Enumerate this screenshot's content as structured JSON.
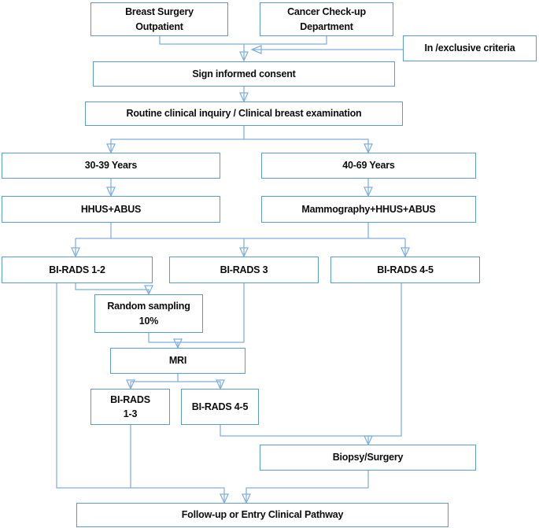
{
  "diagram": {
    "title": "Breast cancer screening study flowchart",
    "accent_color": "#5B9BD5",
    "edge_color": "#7FAEDD",
    "text_color": "#0D0D0D",
    "background": "#FFFFFF"
  },
  "nodes": {
    "breast_surgery_outpatient": "Breast Surgery\nOutpatient",
    "cancer_checkup_department": "Cancer Check-up\nDepartment",
    "inclusive_exclusive_criteria": "In /exclusive criteria",
    "sign_informed_consent": "Sign informed consent",
    "routine_clinical_inquiry": "Routine clinical inquiry / Clinical breast examination",
    "age_30_39": "30-39 Years",
    "age_40_69": "40-69 Years",
    "hhus_abus": "HHUS+ABUS",
    "mammography_hhus_abus": "Mammography+HHUS+ABUS",
    "birads_1_2": "BI-RADS 1-2",
    "birads_3": "BI-RADS 3",
    "birads_4_5": "BI-RADS 4-5",
    "random_sampling": "Random sampling\n10%",
    "mri": "MRI",
    "birads_1_3_mri": "BI-RADS\n1-3",
    "birads_4_5_mri": "BI-RADS 4-5",
    "biopsy_surgery": "Biopsy/Surgery",
    "follow_up": "Follow-up or Entry Clinical Pathway"
  }
}
